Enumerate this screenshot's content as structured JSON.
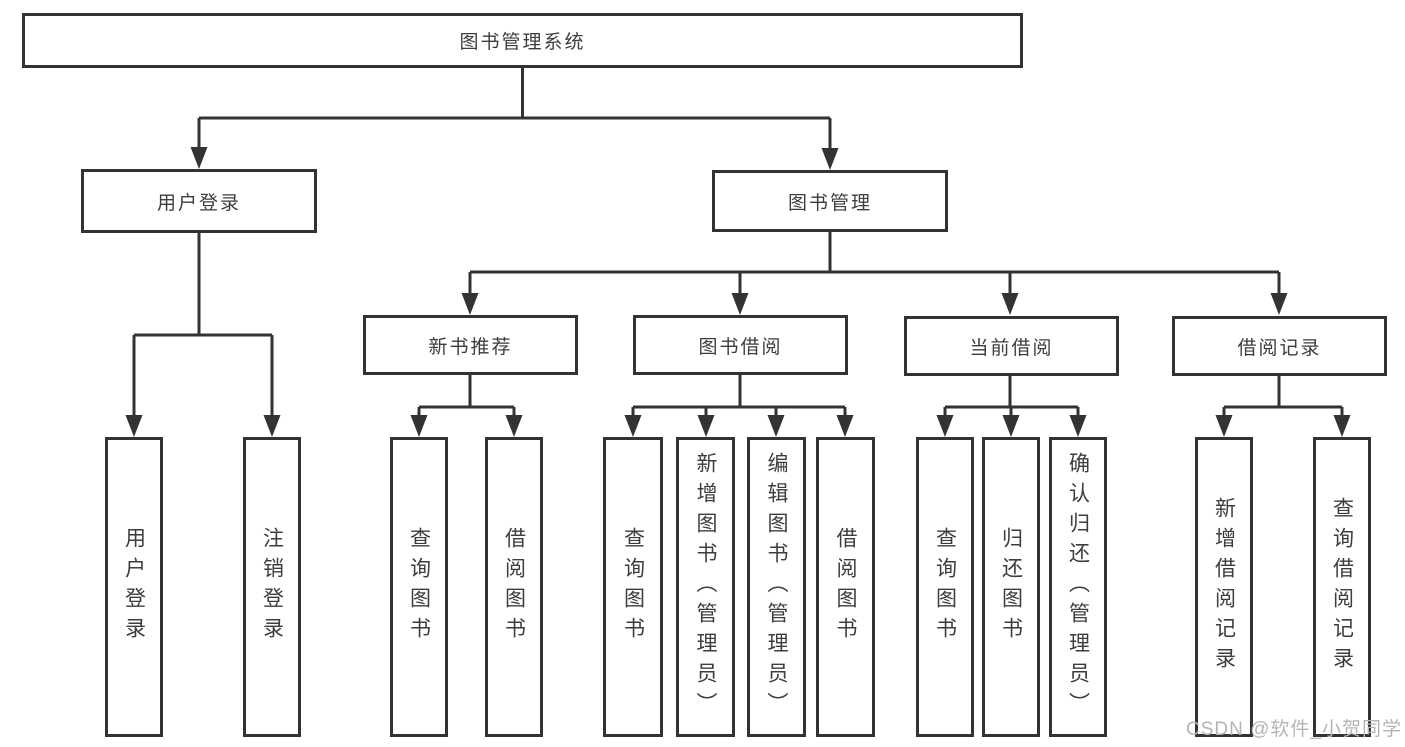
{
  "diagram": {
    "title": "图书管理系统",
    "root": {
      "label": "图书管理系统"
    },
    "level2": [
      {
        "id": "user-login",
        "label": "用户登录",
        "parent": "图书管理系统"
      },
      {
        "id": "book-management",
        "label": "图书管理",
        "parent": "图书管理系统"
      }
    ],
    "level3": [
      {
        "id": "new-book-recommend",
        "label": "新书推荐",
        "parent": "图书管理"
      },
      {
        "id": "book-borrow",
        "label": "图书借阅",
        "parent": "图书管理"
      },
      {
        "id": "current-borrow",
        "label": "当前借阅",
        "parent": "图书管理"
      },
      {
        "id": "borrow-records",
        "label": "借阅记录",
        "parent": "图书管理"
      }
    ],
    "leaves": [
      {
        "id": "leaf-user-login",
        "label": "用户登录",
        "parent": "用户登录"
      },
      {
        "id": "leaf-logout",
        "label": "注销登录",
        "parent": "用户登录"
      },
      {
        "id": "leaf-query-book-recommend",
        "label": "查询图书",
        "parent": "新书推荐"
      },
      {
        "id": "leaf-borrow-book-recommend",
        "label": "借阅图书",
        "parent": "新书推荐"
      },
      {
        "id": "leaf-query-book-borrow",
        "label": "查询图书",
        "parent": "图书借阅"
      },
      {
        "id": "leaf-add-book-admin",
        "label": "新增图书（管理员）",
        "parent": "图书借阅"
      },
      {
        "id": "leaf-edit-book-admin",
        "label": "编辑图书（管理员）",
        "parent": "图书借阅"
      },
      {
        "id": "leaf-borrow-book-borrow",
        "label": "借阅图书",
        "parent": "图书借阅"
      },
      {
        "id": "leaf-query-book-current",
        "label": "查询图书",
        "parent": "当前借阅"
      },
      {
        "id": "leaf-return-book",
        "label": "归还图书",
        "parent": "当前借阅"
      },
      {
        "id": "leaf-confirm-return-admin",
        "label": "确认归还（管理员）",
        "parent": "当前借阅"
      },
      {
        "id": "leaf-add-borrow-record",
        "label": "新增借阅记录",
        "parent": "借阅记录"
      },
      {
        "id": "leaf-query-borrow-record",
        "label": "查询借阅记录",
        "parent": "借阅记录"
      }
    ]
  },
  "watermark": {
    "text": "CSDN @软件_小贺同学"
  },
  "colors": {
    "line": "#333333",
    "text": "#3d3d3d",
    "watermark": "#b4b4b4",
    "background": "#ffffff"
  }
}
